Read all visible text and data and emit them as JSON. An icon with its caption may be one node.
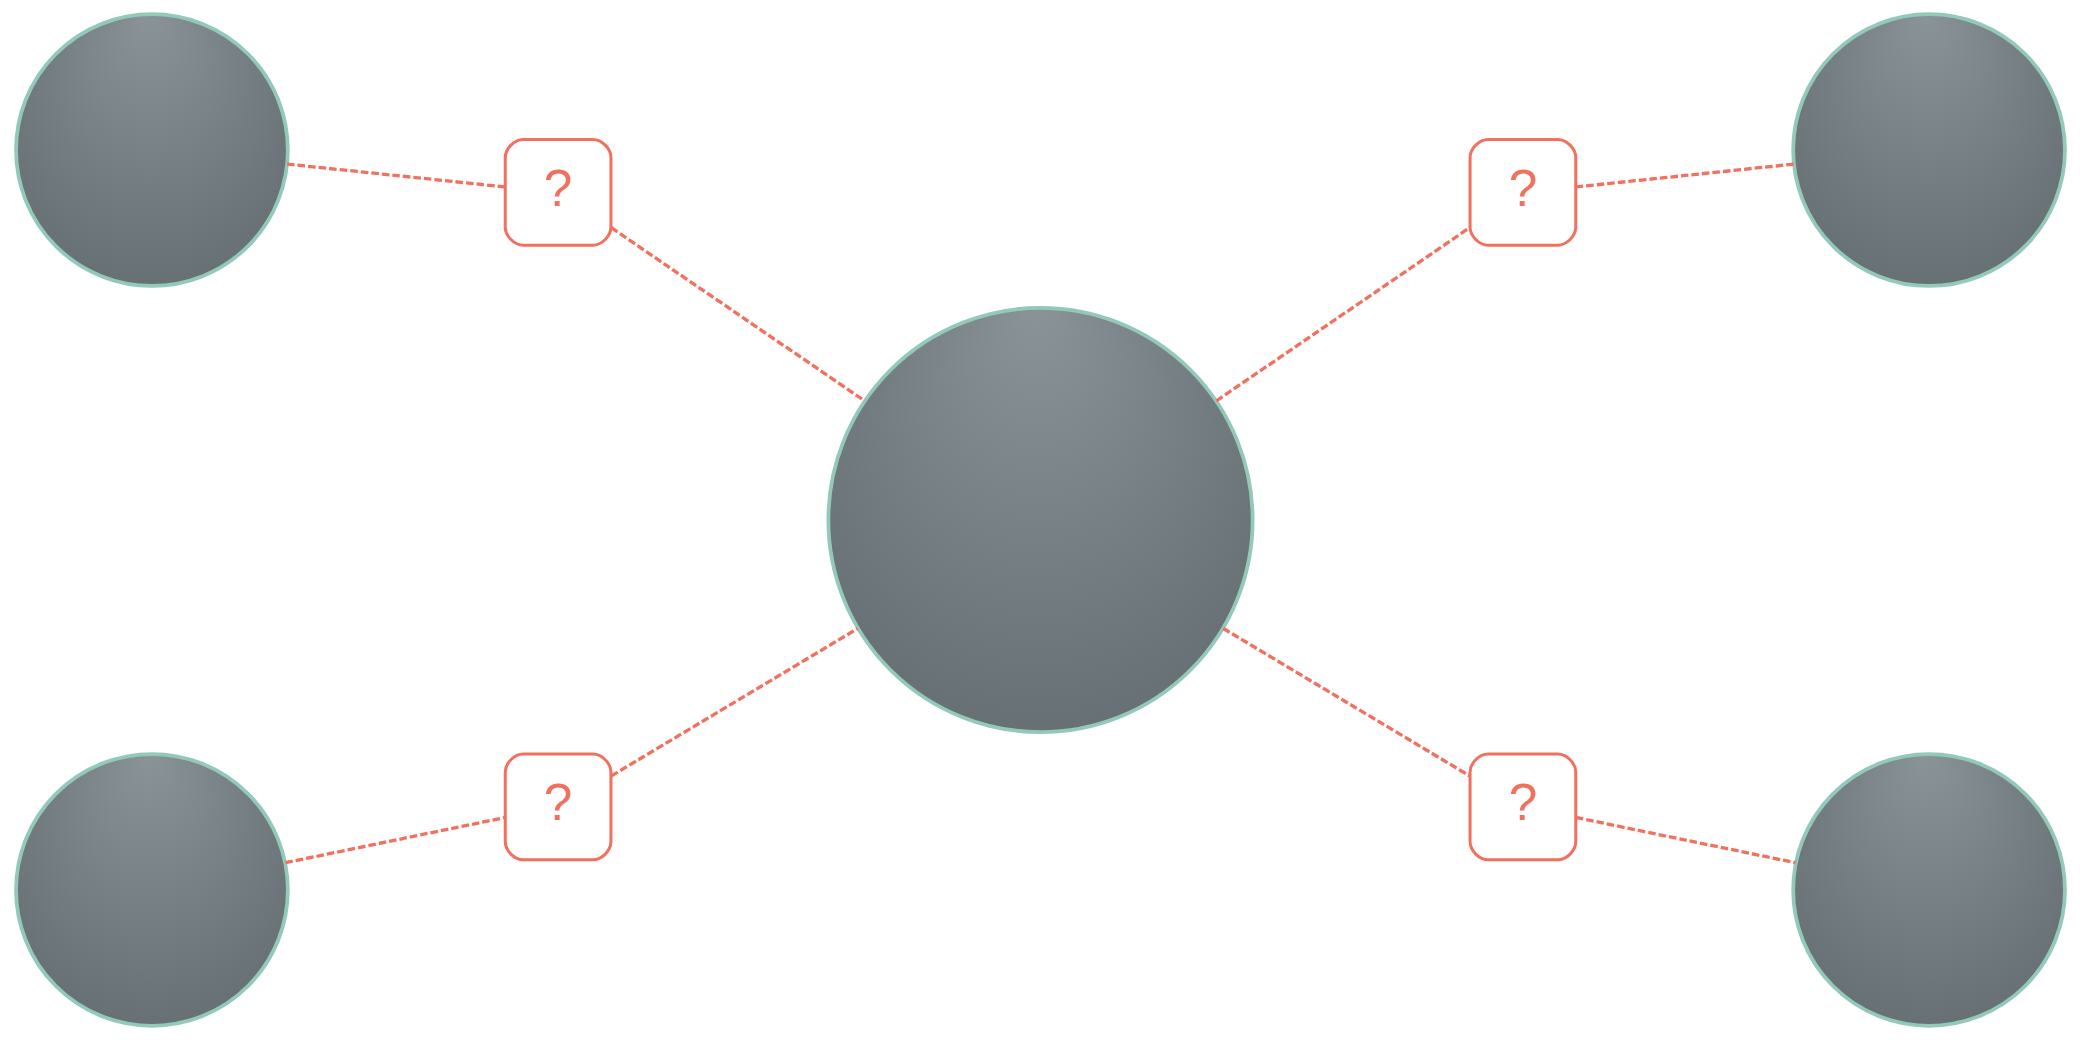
{
  "diagram": {
    "nodes": [
      {
        "text": [],
        "shape": "circle"
      },
      {
        "text": [],
        "shape": "circle"
      },
      {
        "text": [
          "?"
        ]
      },
      {
        "text": [
          "?"
        ]
      },
      {
        "text": [],
        "shape": "circle"
      },
      {
        "text": [
          "?"
        ]
      },
      {
        "text": [
          "?"
        ]
      },
      {
        "text": [],
        "shape": "circle"
      },
      {
        "text": [],
        "shape": "circle"
      }
    ],
    "edges": [
      {
        "from": 0,
        "to": 2,
        "arrow": "none",
        "style": "dashed"
      },
      {
        "from": 2,
        "to": 4,
        "arrow": "none",
        "style": "dashed"
      },
      {
        "from": 4,
        "to": 3,
        "arrow": "none",
        "style": "dashed"
      },
      {
        "from": 3,
        "to": 1,
        "arrow": "none",
        "style": "dashed"
      },
      {
        "from": 7,
        "to": 5,
        "arrow": "none",
        "style": "dashed"
      },
      {
        "from": 5,
        "to": 4,
        "arrow": "none",
        "style": "dashed"
      },
      {
        "from": 4,
        "to": 6,
        "arrow": "none",
        "style": "dashed"
      },
      {
        "from": 6,
        "to": 8,
        "arrow": "none",
        "style": "dashed"
      }
    ]
  }
}
